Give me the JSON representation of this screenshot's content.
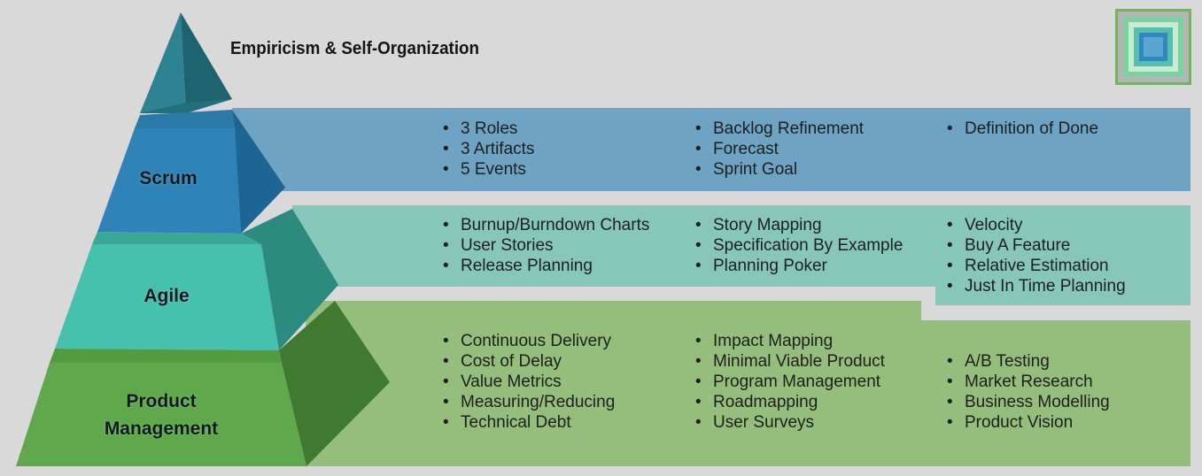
{
  "title": "Empiricism & Self-Organization",
  "colors": {
    "background": "#d9d9d9",
    "scrum": "#6ea3c4",
    "agile": "#86c7b9",
    "product": "#95bd7c",
    "logo_outer": "#6fb55f"
  },
  "tiers": [
    {
      "label": "Scrum",
      "columns": [
        [
          "3 Roles",
          "3 Artifacts",
          "5 Events"
        ],
        [
          "Backlog Refinement",
          "Forecast",
          "Sprint Goal"
        ],
        [
          "Definition of Done"
        ]
      ]
    },
    {
      "label": "Agile",
      "columns": [
        [
          "Burnup/Burndown Charts",
          "User Stories",
          "Release Planning"
        ],
        [
          "Story Mapping",
          "Specification By Example",
          "Planning Poker"
        ],
        [
          "Velocity",
          "Buy A Feature",
          "Relative Estimation",
          "Just In Time Planning"
        ]
      ]
    },
    {
      "label_line1": "Product",
      "label_line2": "Management",
      "columns": [
        [
          "Continuous Delivery",
          "Cost of Delay",
          "Value Metrics",
          "Measuring/Reducing",
          "Technical Debt"
        ],
        [
          "Impact Mapping",
          "Minimal Viable Product",
          "Program Management",
          "Roadmapping",
          "User Surveys"
        ],
        [
          "A/B Testing",
          "Market Research",
          "Business Modelling",
          "Product Vision"
        ]
      ]
    }
  ],
  "logo_icon": "nested-squares-icon"
}
